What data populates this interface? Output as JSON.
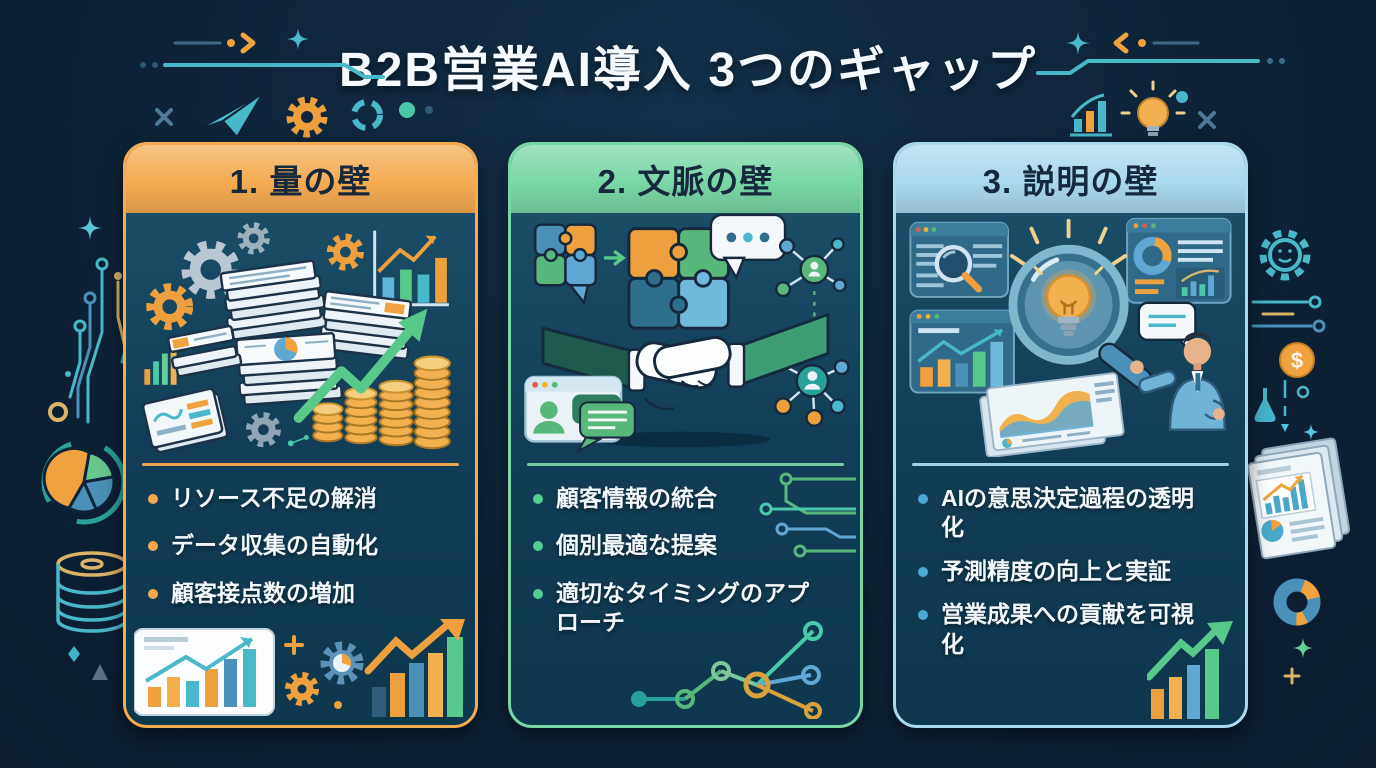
{
  "title": "B2B営業AI導入 3つのギャップ",
  "palette": {
    "background": "#0e2338",
    "card_body": "#113e56",
    "text_light": "#f4f8fb",
    "header_text": "#16293c",
    "orange": "#f0a23f",
    "green": "#63cf97",
    "blue": "#a9d9ec",
    "teal": "#49b8c9"
  },
  "cards": [
    {
      "header": "1. 量の壁",
      "accent": "#f5ab52",
      "bullet_dot": "#f0a94f",
      "illustration": "document-stacks-gears-coins-growth-chart",
      "bullets": [
        "リソース不足の解消",
        "データ収集の自動化",
        "顧客接点数の増加"
      ]
    },
    {
      "header": "2. 文脈の壁",
      "accent": "#79d7a6",
      "bullet_dot": "#55cc92",
      "illustration": "puzzle-handshake-network",
      "bullets": [
        "顧客情報の統合",
        "個別最適な提案",
        "適切なタイミングのアプローチ"
      ]
    },
    {
      "header": "3. 説明の壁",
      "accent": "#a9d9ec",
      "bullet_dot": "#4da8d8",
      "illustration": "magnifier-insight-presenter",
      "bullets": [
        "AIの意思決定過程の透明化",
        "予測精度の向上と実証",
        "営業成果への貢献を可視化"
      ]
    }
  ],
  "decorations": {
    "dollar_sign": "$",
    "top_left": [
      "dashed-arrow-icon",
      "sparkle-icon",
      "circuit-line-icon",
      "cross-icon",
      "paper-plane-icon",
      "gear-icon",
      "loading-ring-icon"
    ],
    "top_right": [
      "sparkle-icon",
      "chevron-line-icon",
      "circuit-line-icon",
      "bar-chart-icon",
      "light-bulb-icon",
      "cross-icon"
    ],
    "left_side": [
      "sparkle-icon",
      "circuit-traces-icon",
      "pie-chart-icon",
      "database-icon",
      "diamond-icon",
      "arrow-up-icon"
    ],
    "right_side": [
      "robot-gear-icon",
      "circuit-traces-icon",
      "dollar-coin-icon",
      "flask-icon",
      "sparkle-icon",
      "report-pages-icon",
      "donut-chart-icon",
      "plus-icon"
    ]
  }
}
